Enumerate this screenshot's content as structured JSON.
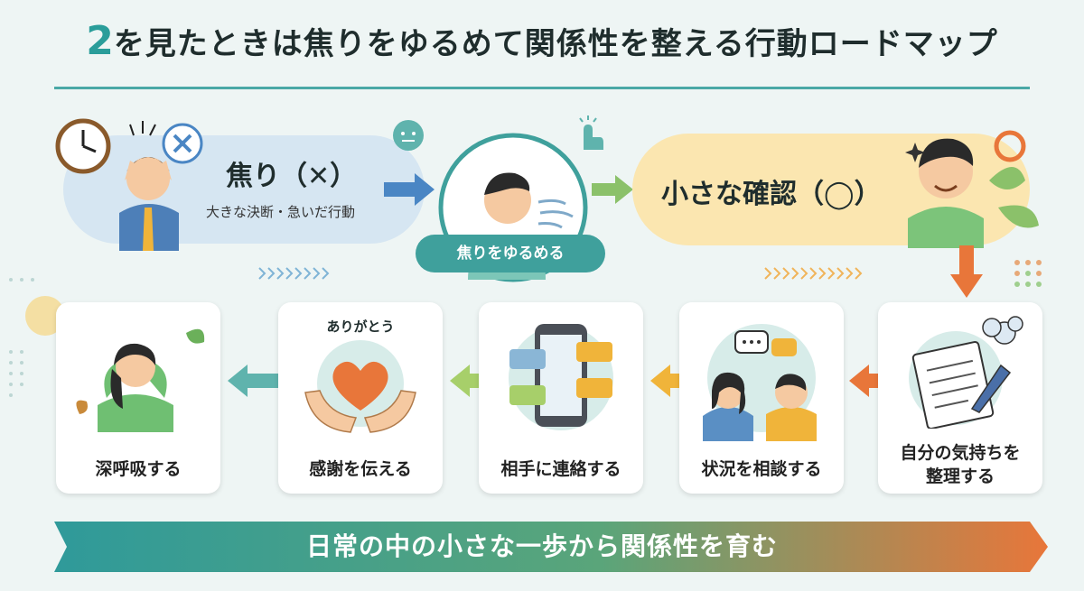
{
  "title": {
    "number": "2",
    "text": "を見たときは焦りをゆるめて関係性を整える行動ロードマップ"
  },
  "top_row": {
    "left": {
      "title": "焦り（✕）",
      "subtitle": "大きな決断・急いだ行動"
    },
    "center": {
      "label": "焦りをゆるめる"
    },
    "right": {
      "title": "小さな確認（◯）"
    }
  },
  "steps": [
    {
      "label": "深呼吸する"
    },
    {
      "label": "感謝を伝える",
      "sign": "ありがとう"
    },
    {
      "label": "相手に連絡する"
    },
    {
      "label": "状況を相談する"
    },
    {
      "label_line1": "自分の気持ちを",
      "label_line2": "整理する"
    }
  ],
  "banner": {
    "text": "日常の中の小さな一歩から関係性を育む"
  },
  "colors": {
    "teal": "#3fa09c",
    "orange": "#e8763a",
    "blue_arrow": "#4a86c4",
    "green_arrow": "#8bc16a",
    "yellow_pill": "#fbe6b0",
    "blue_pill": "#d6e6f2"
  },
  "icons": [
    "clock-icon",
    "stress-icon",
    "cross-icon",
    "face-bubble-icon",
    "tap-icon",
    "breeze-icon",
    "ring-icon",
    "sparkle-icon",
    "notepad-icon",
    "thought-cloud-icon",
    "chat-bubble-icon",
    "phone-icon",
    "heart-icon",
    "leaf-icon"
  ]
}
